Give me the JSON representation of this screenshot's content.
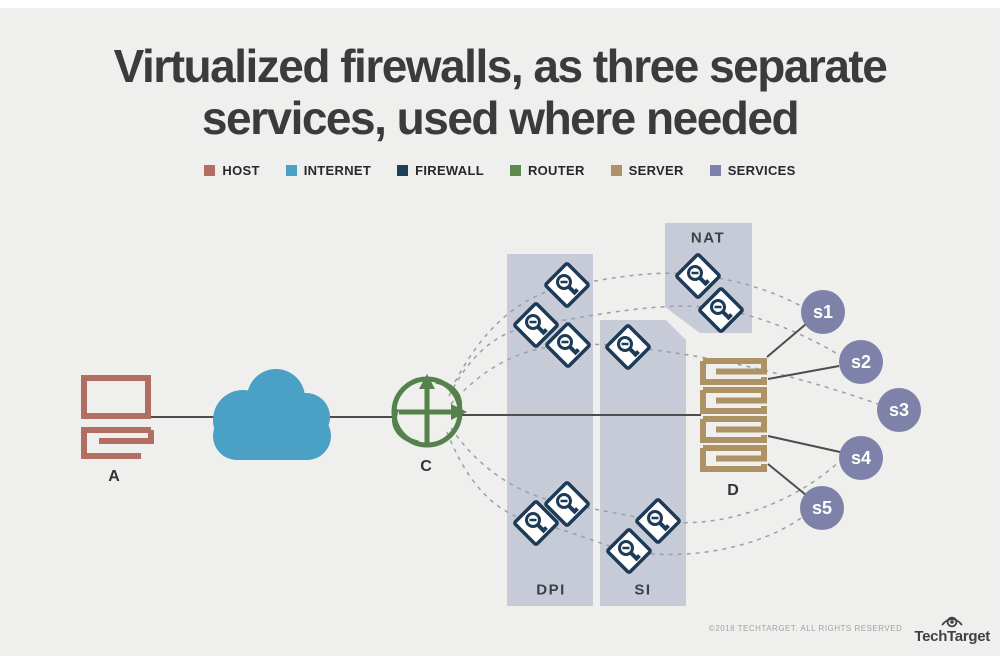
{
  "title": {
    "line1": "Virtualized firewalls, as three separate",
    "line2": "services, used where needed"
  },
  "legend": {
    "items": [
      {
        "label": "HOST",
        "color": "#b26e62"
      },
      {
        "label": "INTERNET",
        "color": "#4ba0c6"
      },
      {
        "label": "FIREWALL",
        "color": "#1d4057"
      },
      {
        "label": "ROUTER",
        "color": "#5d8a50"
      },
      {
        "label": "SERVER",
        "color": "#ac9265"
      },
      {
        "label": "SERVICES",
        "color": "#7e82a8"
      }
    ]
  },
  "panels": {
    "nat": "NAT",
    "dpi": "DPI",
    "si": "SI"
  },
  "nodes": {
    "host_label": "A",
    "router_label": "C",
    "server_label": "D"
  },
  "services": [
    "s1",
    "s2",
    "s3",
    "s4",
    "s5"
  ],
  "footer": {
    "copyright": "©2018 TECHTARGET. ALL RIGHTS RESERVED",
    "brand": "TechTarget"
  },
  "colors": {
    "background": "#efefed",
    "panel": "#c7cbd8",
    "host": "#b26e62",
    "internet": "#4ba0c6",
    "firewall": "#1d4057",
    "router": "#5d8a50",
    "server": "#ac9265",
    "services": "#7e82a8",
    "solid_line": "#4d4d4d",
    "dashed_line": "#9aa0a4",
    "title_text": "#3b3b3d"
  }
}
